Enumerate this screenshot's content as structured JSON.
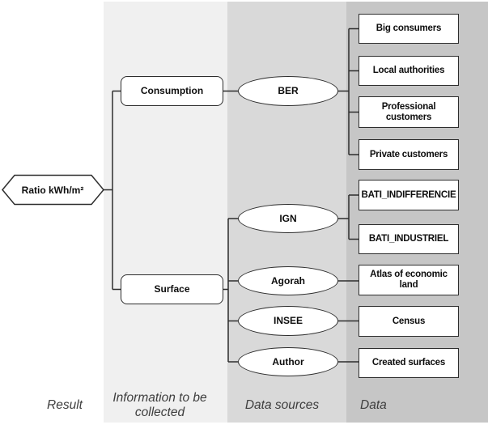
{
  "columns": {
    "result_label": "Result",
    "info_label": "Information to be collected",
    "sources_label": "Data sources",
    "data_label": "Data"
  },
  "nodes": {
    "result": {
      "label": "Ratio kWh/m²"
    },
    "info": [
      {
        "label": "Consumption"
      },
      {
        "label": "Surface"
      }
    ],
    "sources": [
      {
        "label": "BER"
      },
      {
        "label": "IGN"
      },
      {
        "label": "Agorah"
      },
      {
        "label": "INSEE"
      },
      {
        "label": "Author"
      }
    ],
    "data": [
      {
        "label": "Big consumers"
      },
      {
        "label": "Local authorities"
      },
      {
        "label": "Professional customers"
      },
      {
        "label": "Private customers"
      },
      {
        "label": "BATI_INDIFFERENCIE"
      },
      {
        "label": "BATI_INDUSTRIEL"
      },
      {
        "label": "Atlas of economic land"
      },
      {
        "label": "Census"
      },
      {
        "label": "Created surfaces"
      }
    ]
  },
  "colors": {
    "band_info": "#f0f0f0",
    "band_sources": "#d9d9d9",
    "band_data": "#c6c6c6",
    "line": "#2d2d2d",
    "node_fill": "#ffffff",
    "label_text": "#3d3d3d"
  }
}
